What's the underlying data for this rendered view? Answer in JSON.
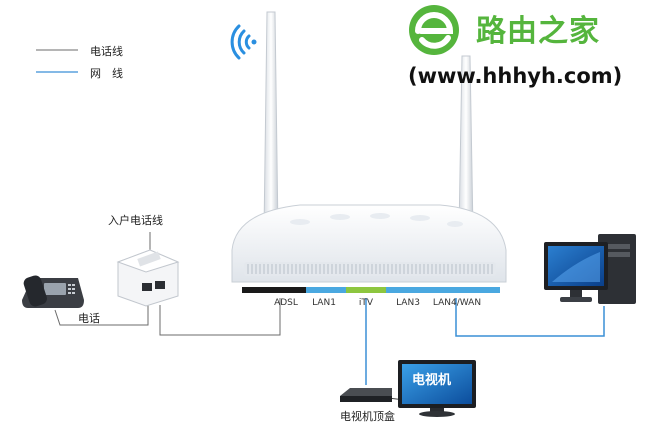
{
  "legend": {
    "phone_line_label": "电话线",
    "network_line_label": "网　线",
    "phone_line_color": "#6b6b6b",
    "network_line_color": "#3a8fd6"
  },
  "branding": {
    "logo_text": "路由之家",
    "url": "(www.hhhyh.com)",
    "brand_color": "#55b53d"
  },
  "devices": {
    "phone_label": "电话",
    "splitter_label": "入户电话线",
    "set_top_box_label": "电视机顶盒",
    "tv_screen_text": "电视机"
  },
  "router": {
    "ports": [
      {
        "label": "ADSL",
        "color": "#1a1a1a"
      },
      {
        "label": "LAN1",
        "color": "#4aa8e0"
      },
      {
        "label": "iTV",
        "color": "#8dc63f"
      },
      {
        "label": "LAN3",
        "color": "#4aa8e0"
      },
      {
        "label": "LAN4/WAN",
        "color": "#4aa8e0"
      }
    ]
  }
}
